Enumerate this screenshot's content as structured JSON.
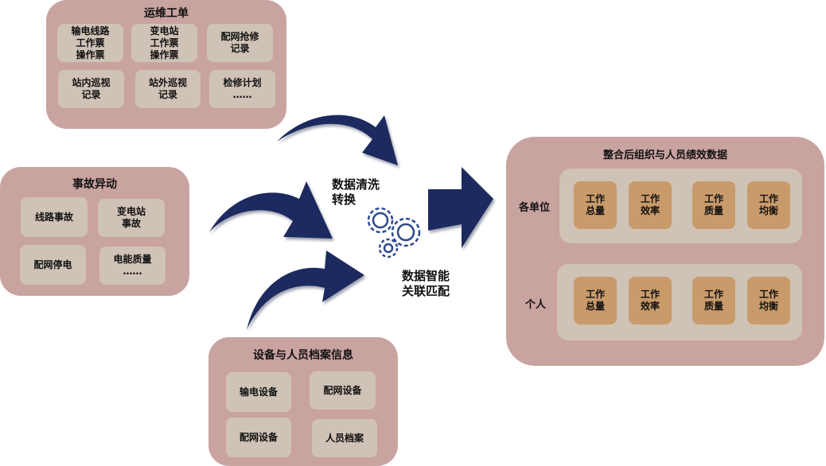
{
  "ops": {
    "title": "运维工单",
    "items": [
      "输电线路\n工作票\n操作票",
      "变电站\n工作票\n操作票",
      "配网抢修\n记录",
      "站内巡视\n记录",
      "站外巡视\n记录",
      "检修计划\n……"
    ]
  },
  "accident": {
    "title": "事故异动",
    "items": [
      "线路事故",
      "变电站\n事故",
      "配网停电",
      "电能质量\n……"
    ]
  },
  "archive": {
    "title": "设备与人员档案信息",
    "items": [
      "输电设备",
      "配网设备",
      "配网设备",
      "人员档案"
    ]
  },
  "process": {
    "clean": "数据清洗\n转换",
    "match": "数据智能\n关联匹配"
  },
  "result": {
    "title": "整合后组织与人员绩效数据",
    "rows": [
      {
        "label": "各单位",
        "tiles": [
          "工作\n总量",
          "工作\n效率",
          "工作\n质量",
          "工作\n均衡"
        ]
      },
      {
        "label": "个人",
        "tiles": [
          "工作\n总量",
          "工作\n效率",
          "工作\n质量",
          "工作\n均衡"
        ]
      }
    ]
  },
  "colors": {
    "arrow": "#1b2a5e",
    "outer": "#c9a3a0",
    "inner": "#cfc2b6",
    "tile": "#c99a6a"
  }
}
